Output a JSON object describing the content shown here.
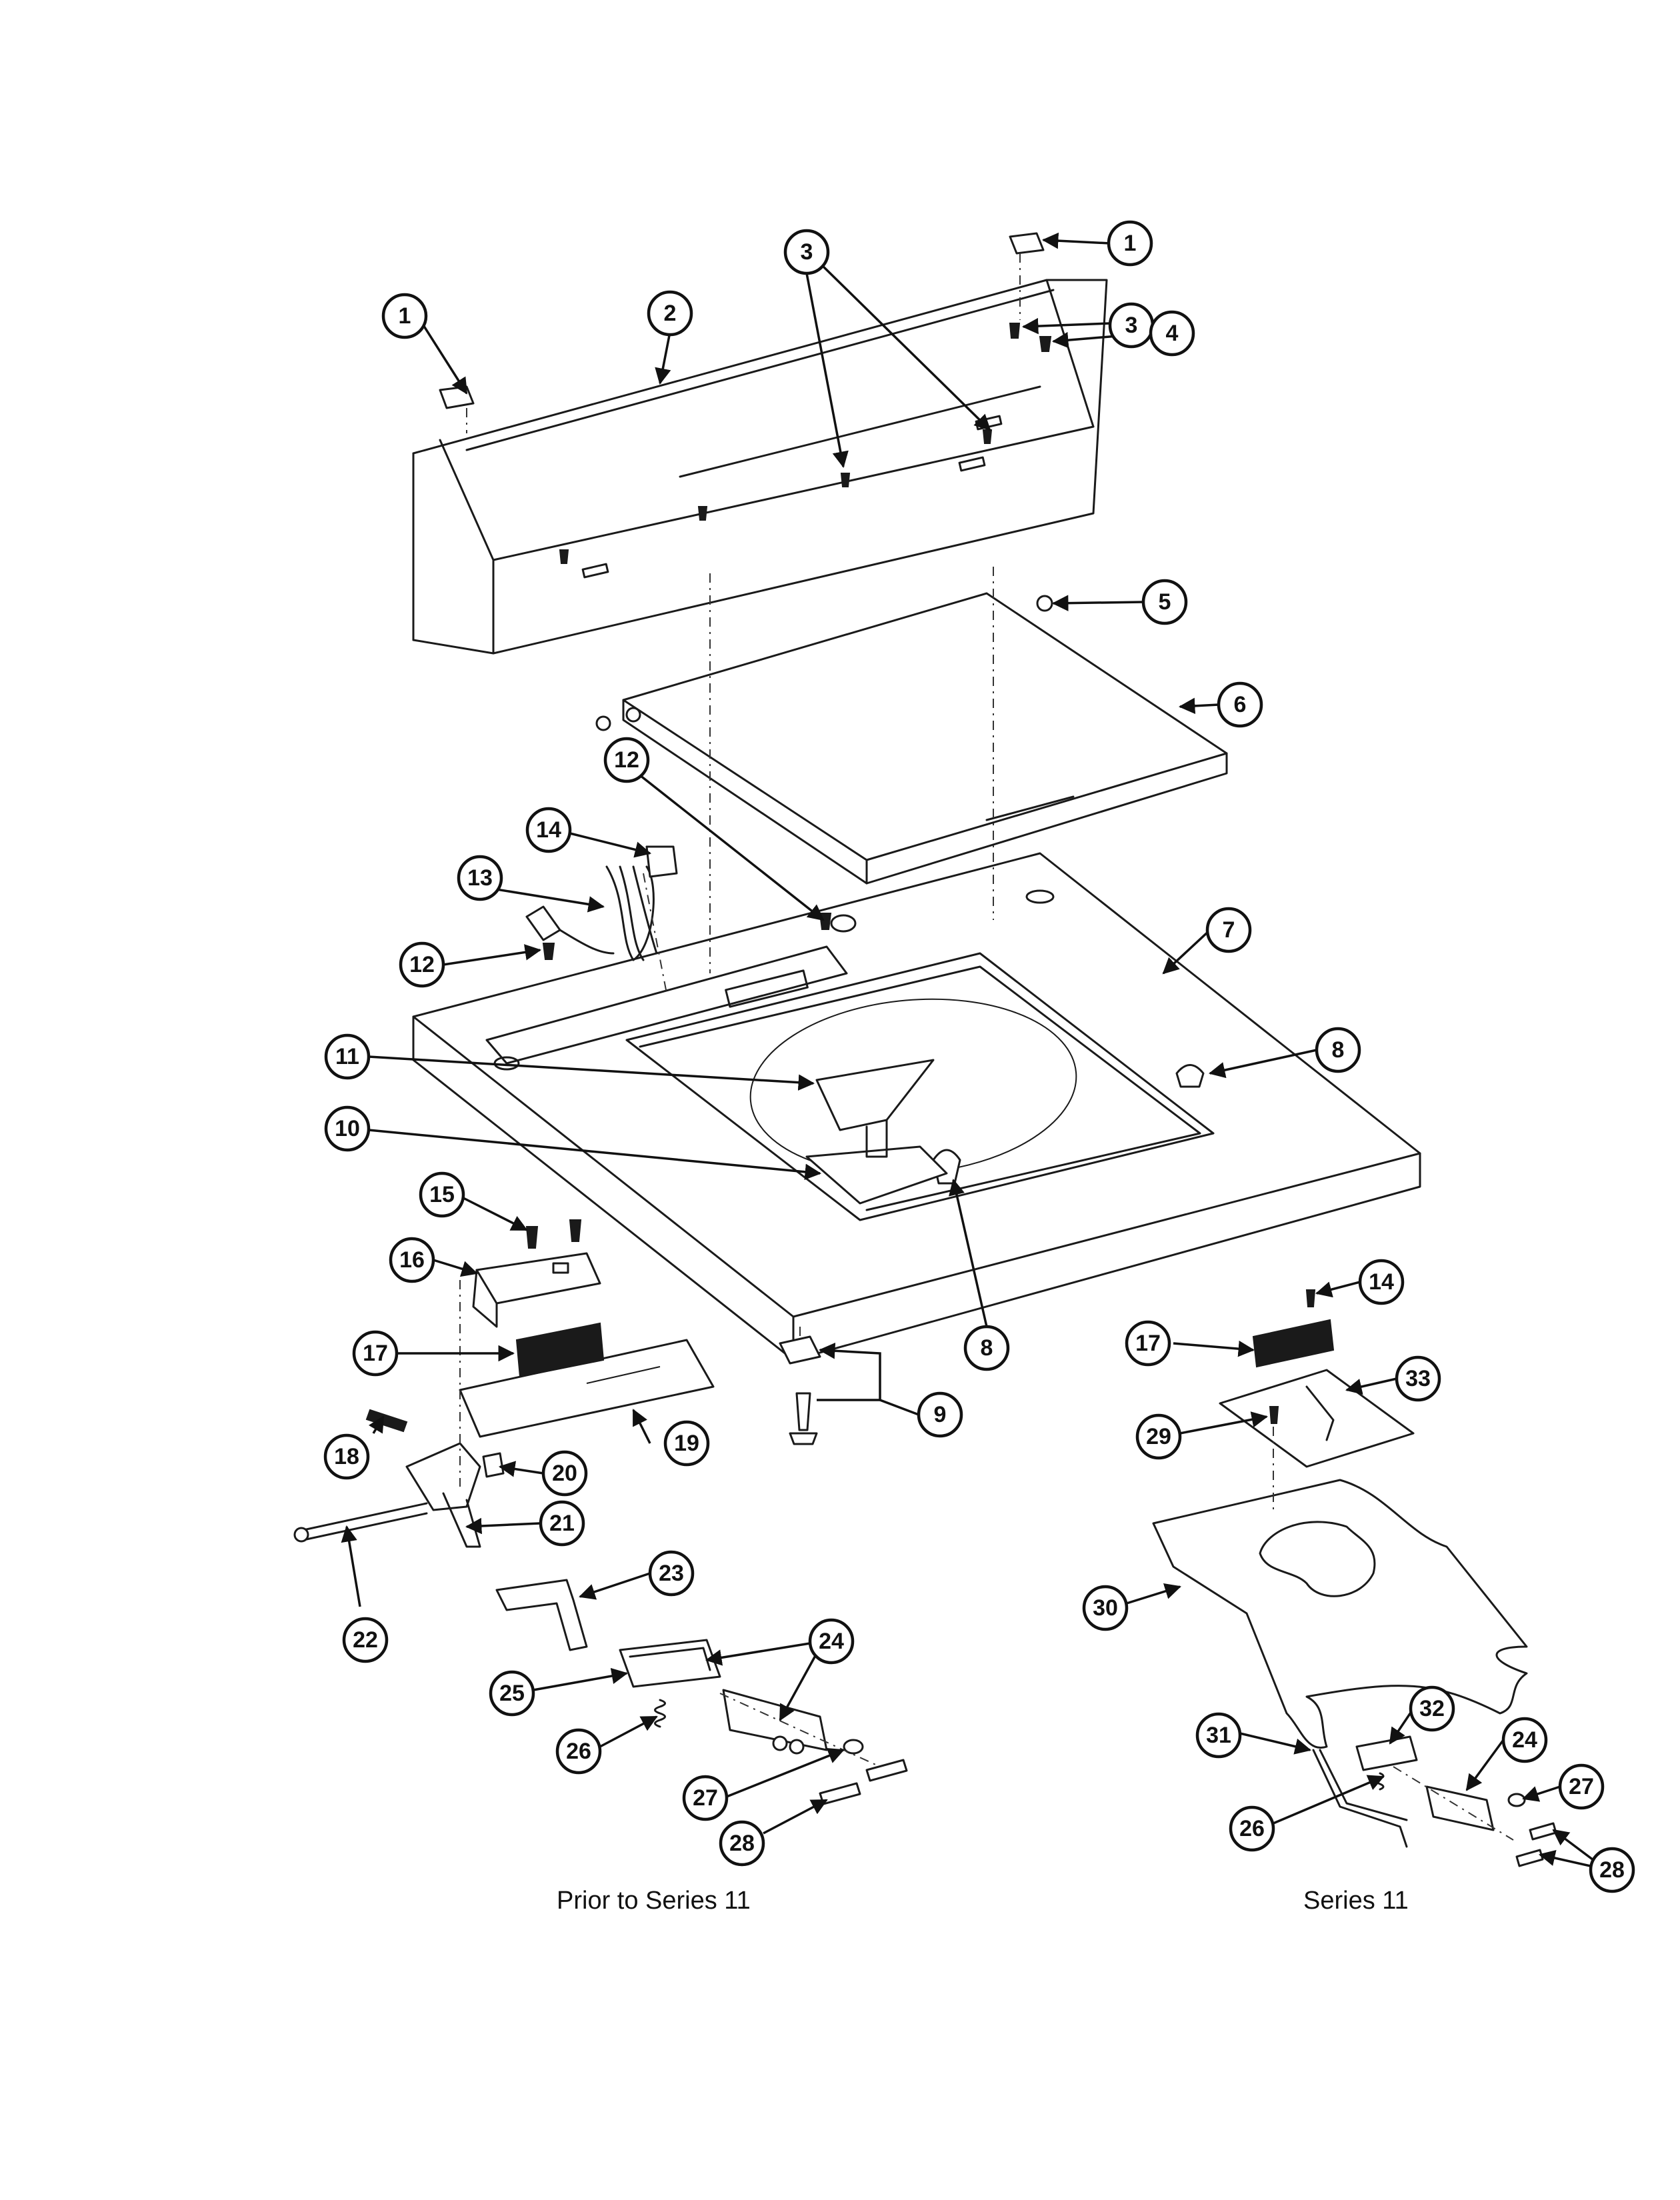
{
  "diagram": {
    "callout_labels": {
      "c1a": "1",
      "c1b": "1",
      "c2": "2",
      "c3a": "3",
      "c3b": "3",
      "c4": "4",
      "c5": "5",
      "c6": "6",
      "c7": "7",
      "c8a": "8",
      "c8b": "8",
      "c9": "9",
      "c10": "10",
      "c11": "11",
      "c12a": "12",
      "c12b": "12",
      "c13": "13",
      "c14a": "14",
      "c14b": "14",
      "c15": "15",
      "c16": "16",
      "c17a": "17",
      "c17b": "17",
      "c18": "18",
      "c19": "19",
      "c20": "20",
      "c21": "21",
      "c22": "22",
      "c23": "23",
      "c24a": "24",
      "c24b": "24",
      "c25": "25",
      "c26a": "26",
      "c26b": "26",
      "c27a": "27",
      "c27b": "27",
      "c28a": "28",
      "c28b": "28",
      "c29": "29",
      "c30": "30",
      "c31": "31",
      "c32": "32",
      "c33": "33"
    },
    "captions": {
      "left": "Prior to Series 11",
      "right": "Series 11"
    }
  }
}
